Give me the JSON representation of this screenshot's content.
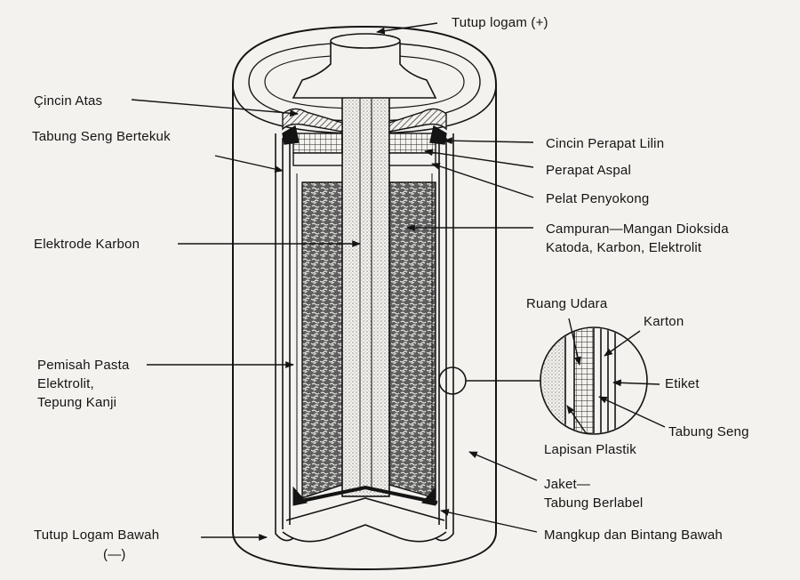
{
  "labels": {
    "tutup_logam_plus": "Tutup logam (+)",
    "cincin_atas": "Çincin Atas",
    "cincin_perapat_lilin": "Cincin Perapat Lilin",
    "tabung_seng_bertekuk": "Tabung Seng Bertekuk",
    "perapat_aspal": "Perapat Aspal",
    "pelat_penyokong": "Pelat Penyokong",
    "elektrode_karbon": "Elektrode Karbon",
    "campuran_line1": "Campuran—Mangan Dioksida",
    "campuran_line2": "Katoda, Karbon, Elektrolit",
    "ruang_udara": "Ruang Udara",
    "karton": "Karton",
    "pemisah_line1": "Pemisah Pasta",
    "pemisah_line2": "Elektrolit,",
    "pemisah_line3": "Tepung Kanji",
    "etiket": "Etiket",
    "tabung_seng": "Tabung Seng",
    "lapisan_plastik": "Lapisan Plastik",
    "jaket_line1": "Jaket—",
    "jaket_line2": "Tabung Berlabel",
    "tutup_logam_bawah": "Tutup Logam Bawah",
    "minus_sign": "(—)",
    "mangkup": "Mangkup dan Bintang Bawah"
  },
  "colors": {
    "ink": "#141414",
    "paper": "#f4f2ee",
    "mix_fill": "#6d6d6d"
  }
}
